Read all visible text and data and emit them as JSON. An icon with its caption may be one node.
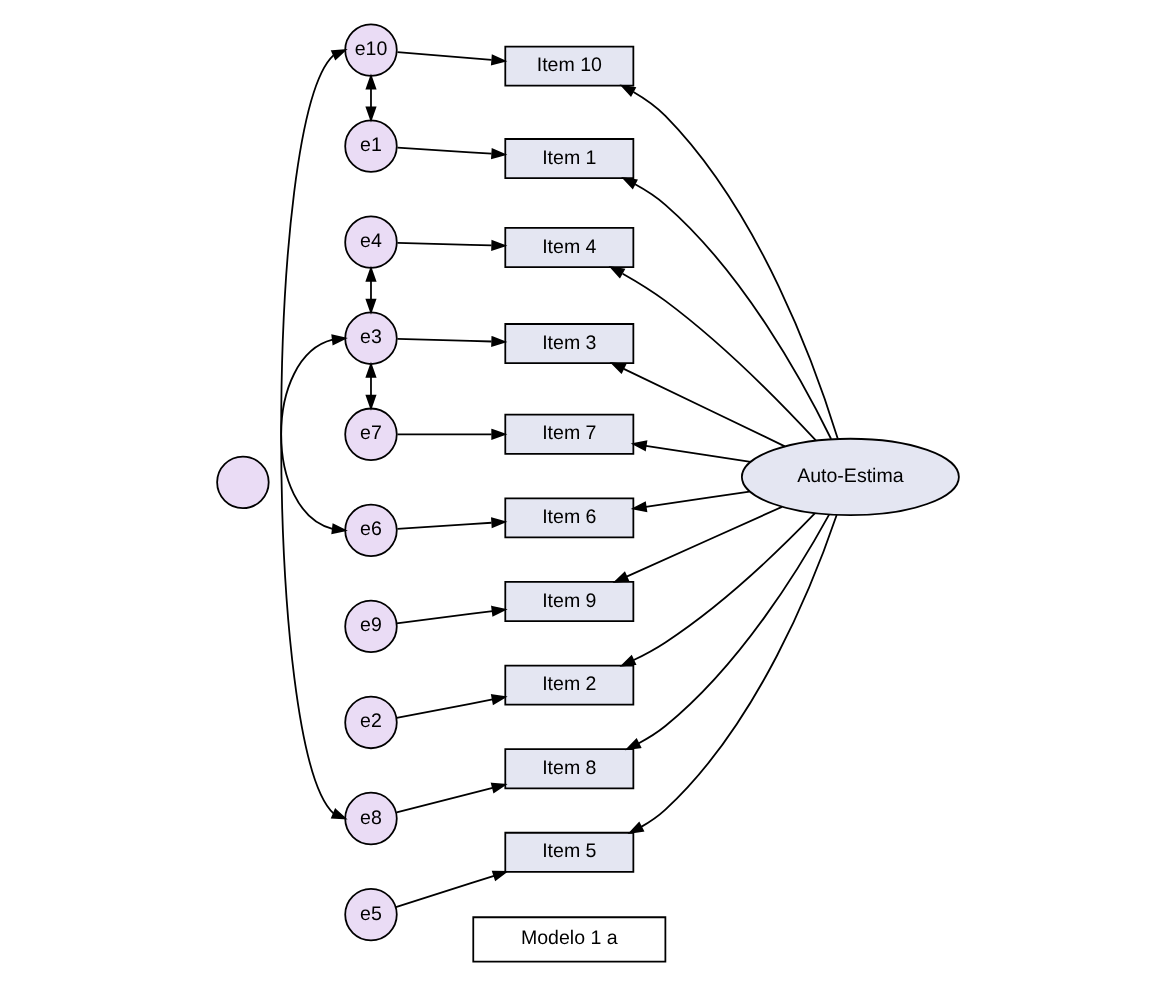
{
  "diagram": {
    "nodes": [
      {
        "text": [
          "e10"
        ]
      },
      {
        "text": [
          "e1"
        ]
      },
      {
        "text": [
          "e4"
        ]
      },
      {
        "text": [
          "e3"
        ]
      },
      {
        "text": [
          "e7"
        ]
      },
      {
        "text": [
          "e6"
        ]
      },
      {
        "text": [
          "e9"
        ]
      },
      {
        "text": [
          "e2"
        ]
      },
      {
        "text": [
          "e8"
        ]
      },
      {
        "text": [
          "e5"
        ]
      },
      {
        "text": [
          "Item 10"
        ]
      },
      {
        "text": [
          "Item 1"
        ]
      },
      {
        "text": [
          "Item 4"
        ]
      },
      {
        "text": [
          "Item 3"
        ]
      },
      {
        "text": [
          "Item 7"
        ]
      },
      {
        "text": [
          "Item 6"
        ]
      },
      {
        "text": [
          "Item 9"
        ]
      },
      {
        "text": [
          "Item 2"
        ]
      },
      {
        "text": [
          "Item 8"
        ]
      },
      {
        "text": [
          "Item 5"
        ]
      },
      {
        "text": [
          "Auto-Estima"
        ]
      },
      {
        "text": [],
        "shape": "circle"
      },
      {
        "text": [
          "Modelo 1 a"
        ]
      }
    ],
    "edges": [
      {
        "from": 0,
        "to": 10,
        "arrow": "to"
      },
      {
        "from": 1,
        "to": 11,
        "arrow": "to"
      },
      {
        "from": 2,
        "to": 12,
        "arrow": "to"
      },
      {
        "from": 3,
        "to": 13,
        "arrow": "to"
      },
      {
        "from": 4,
        "to": 14,
        "arrow": "to"
      },
      {
        "from": 5,
        "to": 15,
        "arrow": "to"
      },
      {
        "from": 6,
        "to": 16,
        "arrow": "to"
      },
      {
        "from": 7,
        "to": 17,
        "arrow": "to"
      },
      {
        "from": 8,
        "to": 18,
        "arrow": "to"
      },
      {
        "from": 9,
        "to": 19,
        "arrow": "to"
      },
      {
        "from": 20,
        "to": 10,
        "arrow": "to"
      },
      {
        "from": 20,
        "to": 11,
        "arrow": "to"
      },
      {
        "from": 20,
        "to": 12,
        "arrow": "to"
      },
      {
        "from": 20,
        "to": 13,
        "arrow": "to"
      },
      {
        "from": 20,
        "to": 14,
        "arrow": "to"
      },
      {
        "from": 20,
        "to": 15,
        "arrow": "to"
      },
      {
        "from": 20,
        "to": 16,
        "arrow": "to"
      },
      {
        "from": 20,
        "to": 17,
        "arrow": "to"
      },
      {
        "from": 20,
        "to": 18,
        "arrow": "to"
      },
      {
        "from": 20,
        "to": 19,
        "arrow": "to"
      },
      {
        "from": 0,
        "to": 1,
        "arrow": "both"
      },
      {
        "from": 0,
        "to": 8,
        "arrow": "both"
      },
      {
        "from": 2,
        "to": 3,
        "arrow": "both"
      },
      {
        "from": 3,
        "to": 4,
        "arrow": "both"
      },
      {
        "from": 3,
        "to": 5,
        "arrow": "both"
      }
    ]
  }
}
